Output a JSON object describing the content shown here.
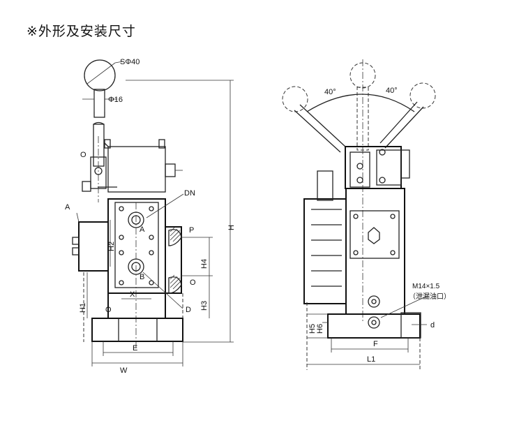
{
  "title": "※外形及安装尺寸",
  "left_view": {
    "labels": {
      "sphere": "SΦ40",
      "shaft": "Φ16",
      "o_top": "O",
      "dn": "DN",
      "a_side": "A",
      "a_port": "A",
      "b_port": "B",
      "p": "P",
      "o_right": "O",
      "o_bottom": "O",
      "d": "D",
      "h": "H",
      "h1": "H1",
      "h2": "H2",
      "h3": "H3",
      "h4": "H4",
      "x": "X",
      "e": "E",
      "w": "W"
    }
  },
  "right_view": {
    "labels": {
      "angle_left": "40°",
      "angle_right": "40°",
      "thread": "M14×1.5",
      "drain": "（泄漏油口）",
      "d_small": "d",
      "h5": "H5",
      "h6": "H6",
      "f": "F",
      "l1": "L1"
    }
  }
}
